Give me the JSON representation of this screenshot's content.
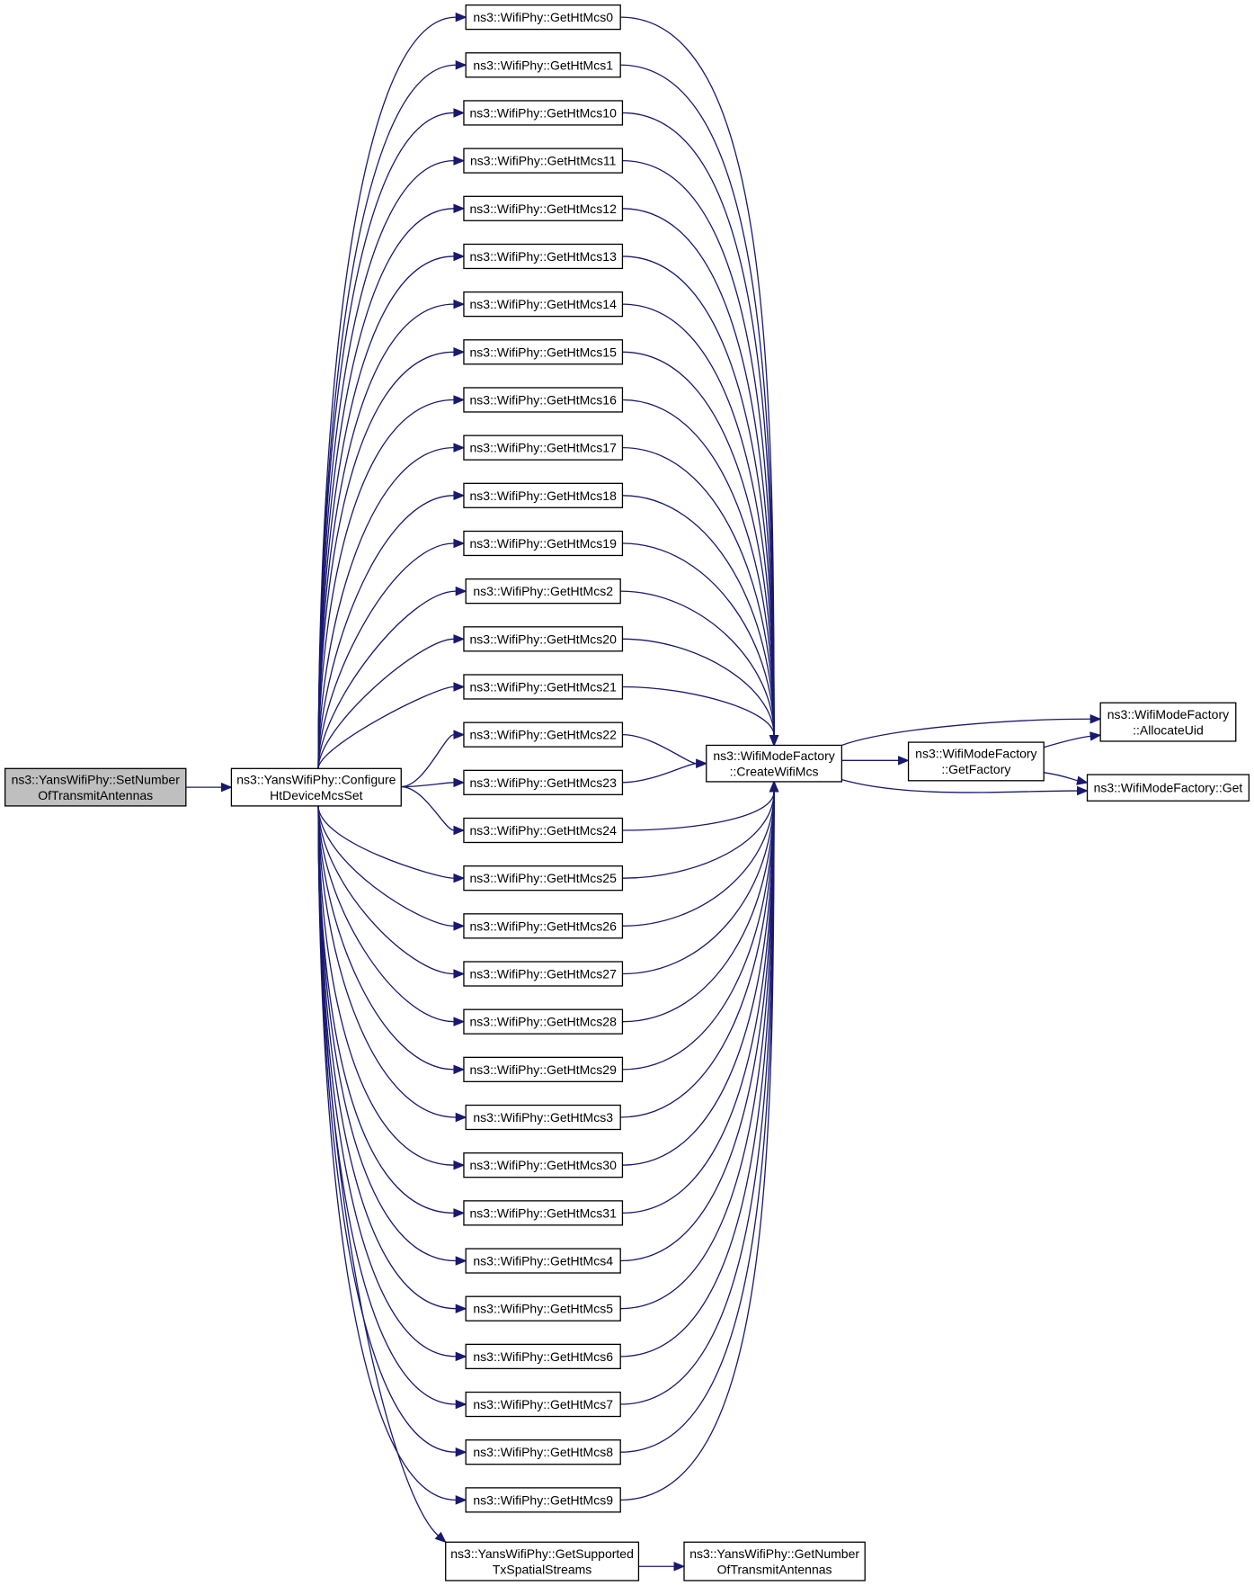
{
  "colors": {
    "edge": "#191970",
    "node_fill": "#ffffff",
    "root_fill": "#bfbfbf",
    "border": "#000000"
  },
  "nodes": [
    {
      "id": "set_number_tx",
      "lines": [
        "ns3::YansWifiPhy::SetNumber",
        "OfTransmitAntennas"
      ],
      "highlight": true
    },
    {
      "id": "configure_ht",
      "lines": [
        "ns3::YansWifiPhy::Configure",
        "HtDeviceMcsSet"
      ]
    },
    {
      "id": "mcs0",
      "lines": [
        "ns3::WifiPhy::GetHtMcs0"
      ]
    },
    {
      "id": "mcs1",
      "lines": [
        "ns3::WifiPhy::GetHtMcs1"
      ]
    },
    {
      "id": "mcs10",
      "lines": [
        "ns3::WifiPhy::GetHtMcs10"
      ]
    },
    {
      "id": "mcs11",
      "lines": [
        "ns3::WifiPhy::GetHtMcs11"
      ]
    },
    {
      "id": "mcs12",
      "lines": [
        "ns3::WifiPhy::GetHtMcs12"
      ]
    },
    {
      "id": "mcs13",
      "lines": [
        "ns3::WifiPhy::GetHtMcs13"
      ]
    },
    {
      "id": "mcs14",
      "lines": [
        "ns3::WifiPhy::GetHtMcs14"
      ]
    },
    {
      "id": "mcs15",
      "lines": [
        "ns3::WifiPhy::GetHtMcs15"
      ]
    },
    {
      "id": "mcs16",
      "lines": [
        "ns3::WifiPhy::GetHtMcs16"
      ]
    },
    {
      "id": "mcs17",
      "lines": [
        "ns3::WifiPhy::GetHtMcs17"
      ]
    },
    {
      "id": "mcs18",
      "lines": [
        "ns3::WifiPhy::GetHtMcs18"
      ]
    },
    {
      "id": "mcs19",
      "lines": [
        "ns3::WifiPhy::GetHtMcs19"
      ]
    },
    {
      "id": "mcs2",
      "lines": [
        "ns3::WifiPhy::GetHtMcs2"
      ]
    },
    {
      "id": "mcs20",
      "lines": [
        "ns3::WifiPhy::GetHtMcs20"
      ]
    },
    {
      "id": "mcs21",
      "lines": [
        "ns3::WifiPhy::GetHtMcs21"
      ]
    },
    {
      "id": "mcs22",
      "lines": [
        "ns3::WifiPhy::GetHtMcs22"
      ]
    },
    {
      "id": "mcs23",
      "lines": [
        "ns3::WifiPhy::GetHtMcs23"
      ]
    },
    {
      "id": "mcs24",
      "lines": [
        "ns3::WifiPhy::GetHtMcs24"
      ]
    },
    {
      "id": "mcs25",
      "lines": [
        "ns3::WifiPhy::GetHtMcs25"
      ]
    },
    {
      "id": "mcs26",
      "lines": [
        "ns3::WifiPhy::GetHtMcs26"
      ]
    },
    {
      "id": "mcs27",
      "lines": [
        "ns3::WifiPhy::GetHtMcs27"
      ]
    },
    {
      "id": "mcs28",
      "lines": [
        "ns3::WifiPhy::GetHtMcs28"
      ]
    },
    {
      "id": "mcs29",
      "lines": [
        "ns3::WifiPhy::GetHtMcs29"
      ]
    },
    {
      "id": "mcs3",
      "lines": [
        "ns3::WifiPhy::GetHtMcs3"
      ]
    },
    {
      "id": "mcs30",
      "lines": [
        "ns3::WifiPhy::GetHtMcs30"
      ]
    },
    {
      "id": "mcs31",
      "lines": [
        "ns3::WifiPhy::GetHtMcs31"
      ]
    },
    {
      "id": "mcs4",
      "lines": [
        "ns3::WifiPhy::GetHtMcs4"
      ]
    },
    {
      "id": "mcs5",
      "lines": [
        "ns3::WifiPhy::GetHtMcs5"
      ]
    },
    {
      "id": "mcs6",
      "lines": [
        "ns3::WifiPhy::GetHtMcs6"
      ]
    },
    {
      "id": "mcs7",
      "lines": [
        "ns3::WifiPhy::GetHtMcs7"
      ]
    },
    {
      "id": "mcs8",
      "lines": [
        "ns3::WifiPhy::GetHtMcs8"
      ]
    },
    {
      "id": "mcs9",
      "lines": [
        "ns3::WifiPhy::GetHtMcs9"
      ]
    },
    {
      "id": "get_supported",
      "lines": [
        "ns3::YansWifiPhy::GetSupported",
        "TxSpatialStreams"
      ]
    },
    {
      "id": "get_number_tx",
      "lines": [
        "ns3::YansWifiPhy::GetNumber",
        "OfTransmitAntennas"
      ]
    },
    {
      "id": "create_mcs",
      "lines": [
        "ns3::WifiModeFactory",
        "::CreateWifiMcs"
      ]
    },
    {
      "id": "get_factory",
      "lines": [
        "ns3::WifiModeFactory",
        "::GetFactory"
      ]
    },
    {
      "id": "allocate_uid",
      "lines": [
        "ns3::WifiModeFactory",
        "::AllocateUid"
      ]
    },
    {
      "id": "factory_get",
      "lines": [
        "ns3::WifiModeFactory::Get"
      ]
    }
  ],
  "edges": [
    [
      "set_number_tx",
      "configure_ht"
    ],
    [
      "configure_ht",
      "mcs0"
    ],
    [
      "configure_ht",
      "mcs1"
    ],
    [
      "configure_ht",
      "mcs10"
    ],
    [
      "configure_ht",
      "mcs11"
    ],
    [
      "configure_ht",
      "mcs12"
    ],
    [
      "configure_ht",
      "mcs13"
    ],
    [
      "configure_ht",
      "mcs14"
    ],
    [
      "configure_ht",
      "mcs15"
    ],
    [
      "configure_ht",
      "mcs16"
    ],
    [
      "configure_ht",
      "mcs17"
    ],
    [
      "configure_ht",
      "mcs18"
    ],
    [
      "configure_ht",
      "mcs19"
    ],
    [
      "configure_ht",
      "mcs2"
    ],
    [
      "configure_ht",
      "mcs20"
    ],
    [
      "configure_ht",
      "mcs21"
    ],
    [
      "configure_ht",
      "mcs22"
    ],
    [
      "configure_ht",
      "mcs23"
    ],
    [
      "configure_ht",
      "mcs24"
    ],
    [
      "configure_ht",
      "mcs25"
    ],
    [
      "configure_ht",
      "mcs26"
    ],
    [
      "configure_ht",
      "mcs27"
    ],
    [
      "configure_ht",
      "mcs28"
    ],
    [
      "configure_ht",
      "mcs29"
    ],
    [
      "configure_ht",
      "mcs3"
    ],
    [
      "configure_ht",
      "mcs30"
    ],
    [
      "configure_ht",
      "mcs31"
    ],
    [
      "configure_ht",
      "mcs4"
    ],
    [
      "configure_ht",
      "mcs5"
    ],
    [
      "configure_ht",
      "mcs6"
    ],
    [
      "configure_ht",
      "mcs7"
    ],
    [
      "configure_ht",
      "mcs8"
    ],
    [
      "configure_ht",
      "mcs9"
    ],
    [
      "configure_ht",
      "get_supported"
    ],
    [
      "get_supported",
      "get_number_tx"
    ],
    [
      "mcs0",
      "create_mcs"
    ],
    [
      "mcs1",
      "create_mcs"
    ],
    [
      "mcs10",
      "create_mcs"
    ],
    [
      "mcs11",
      "create_mcs"
    ],
    [
      "mcs12",
      "create_mcs"
    ],
    [
      "mcs13",
      "create_mcs"
    ],
    [
      "mcs14",
      "create_mcs"
    ],
    [
      "mcs15",
      "create_mcs"
    ],
    [
      "mcs16",
      "create_mcs"
    ],
    [
      "mcs17",
      "create_mcs"
    ],
    [
      "mcs18",
      "create_mcs"
    ],
    [
      "mcs19",
      "create_mcs"
    ],
    [
      "mcs2",
      "create_mcs"
    ],
    [
      "mcs20",
      "create_mcs"
    ],
    [
      "mcs21",
      "create_mcs"
    ],
    [
      "mcs22",
      "create_mcs"
    ],
    [
      "mcs23",
      "create_mcs"
    ],
    [
      "mcs24",
      "create_mcs"
    ],
    [
      "mcs25",
      "create_mcs"
    ],
    [
      "mcs26",
      "create_mcs"
    ],
    [
      "mcs27",
      "create_mcs"
    ],
    [
      "mcs28",
      "create_mcs"
    ],
    [
      "mcs29",
      "create_mcs"
    ],
    [
      "mcs3",
      "create_mcs"
    ],
    [
      "mcs30",
      "create_mcs"
    ],
    [
      "mcs31",
      "create_mcs"
    ],
    [
      "mcs4",
      "create_mcs"
    ],
    [
      "mcs5",
      "create_mcs"
    ],
    [
      "mcs6",
      "create_mcs"
    ],
    [
      "mcs7",
      "create_mcs"
    ],
    [
      "mcs8",
      "create_mcs"
    ],
    [
      "mcs9",
      "create_mcs"
    ],
    [
      "create_mcs",
      "allocate_uid"
    ],
    [
      "create_mcs",
      "get_factory"
    ],
    [
      "create_mcs",
      "factory_get"
    ],
    [
      "get_factory",
      "allocate_uid"
    ],
    [
      "get_factory",
      "factory_get"
    ]
  ]
}
